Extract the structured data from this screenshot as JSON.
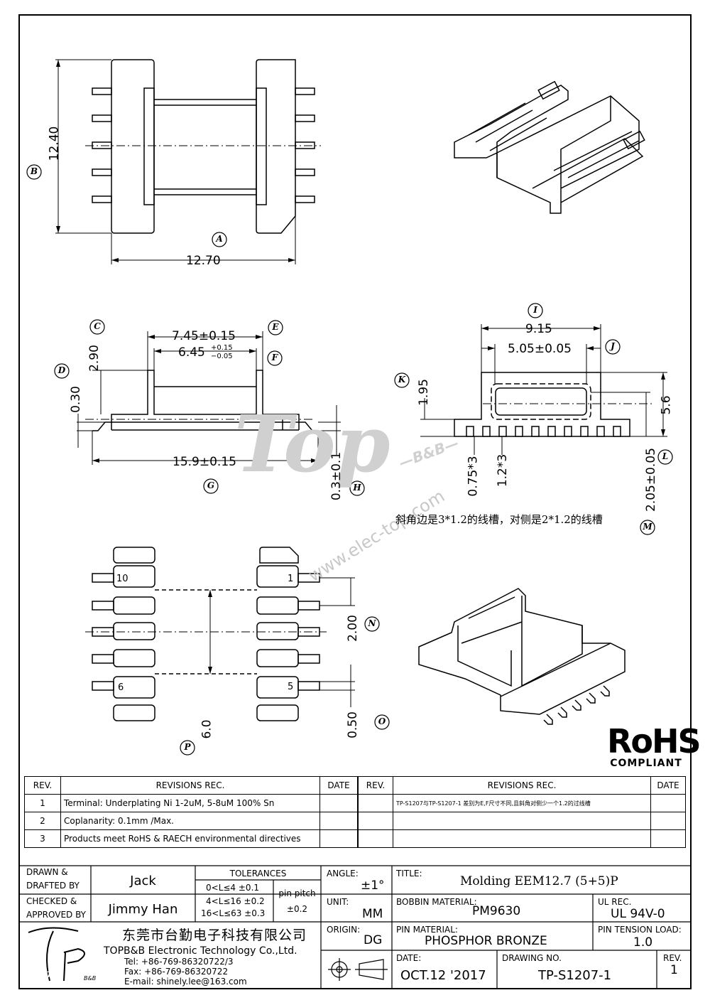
{
  "dimensions": {
    "d_12_40": "12.40",
    "d_12_70": "12.70",
    "d_7_45": "7.45±0.15",
    "d_6_45_base": "6.45",
    "d_6_45_tol_up": "+0.15",
    "d_6_45_tol_dn": "−0.05",
    "d_2_90": "2.90",
    "d_0_30": "0.30",
    "d_15_9": "15.9±0.15",
    "d_0_3": "0.3±0.1",
    "d_9_15": "9.15",
    "d_5_05": "5.05±0.05",
    "d_1_95": "1.95",
    "d_5_6": "5.6",
    "d_0_75": "0.75*3",
    "d_1_2": "1.2*3",
    "d_2_05": "2.05±0.05",
    "d_2_00": "2.00",
    "d_0_50": "0.50",
    "d_6_0": "6.0"
  },
  "callouts": {
    "A": "A",
    "B": "B",
    "C": "C",
    "D": "D",
    "E": "E",
    "F": "F",
    "G": "G",
    "H": "H",
    "I": "I",
    "J": "J",
    "K": "K",
    "L": "L",
    "M": "M",
    "N": "N",
    "O": "O",
    "P": "P"
  },
  "pins": {
    "p10": "10",
    "p1": "1",
    "p6": "6",
    "p5": "5"
  },
  "note_cn": "斜角边是3*1.2的线槽，对侧是2*1.2的线槽",
  "watermark": {
    "logo": "Top",
    "brand": "—B&B—",
    "url": "www.elec-top.com"
  },
  "rohs": {
    "title": "RoHS",
    "subtitle": "COMPLIANT"
  },
  "revisions": {
    "h_rev": "REV.",
    "h_rec": "REVISIONS     REC.",
    "h_date": "DATE",
    "rows": [
      {
        "no": "1",
        "text": "Terminal: Underplating Ni 1-2uM, 5-8uM 100% Sn"
      },
      {
        "no": "2",
        "text": "Coplanarity: 0.1mm  /Max."
      },
      {
        "no": "3",
        "text": "Products  meet  RoHS  &  RAECH  environmental  directives"
      }
    ],
    "right_note": "TP-S1207与TP-S1207-1  差别为E,F尺寸不同,且斜角对侧少一个1.2的过线槽"
  },
  "titleblock": {
    "drawn_label_1": "DRAWN  &",
    "drawn_label_2": "DRAFTED  BY",
    "drawn_by": "Jack",
    "checked_label_1": "CHECKED  &",
    "checked_label_2": "APPROVED  BY",
    "checked_by": "Jimmy  Han",
    "tolerances_label": "TOLERANCES",
    "tol_1": "0<L≤4    ±0.1",
    "tol_2": "4<L≤16  ±0.2",
    "tol_3": "16<L≤63  ±0.3",
    "pin_pitch_label": "pin  pitch",
    "pin_pitch_val": "±0.2",
    "angle_label": "ANGLE:",
    "angle_val": "±1°",
    "unit_label": "UNIT:",
    "unit_val": "MM",
    "origin_label": "ORIGIN:",
    "origin_val": "DG",
    "title_label": "TITLE:",
    "title_val": "Molding  EEM12.7  (5+5)P",
    "bobbin_label": "BOBBIN  MATERIAL:",
    "bobbin_val": "PM9630",
    "ul_label": "UL  REC.",
    "ul_val": "UL  94V-0",
    "pin_mat_label": "PIN  MATERIAL:",
    "pin_mat_val": "PHOSPHOR  BRONZE",
    "tension_label": "PIN  TENSION  LOAD:",
    "tension_val": "1.0",
    "date_label": "DATE:",
    "date_val": "OCT.12  '2017",
    "dwg_label": "DRAWING  NO.",
    "dwg_val": "TP-S1207-1",
    "rev_label": "REV.",
    "rev_val": "1",
    "company_cn": "东莞市台勤电子科技有限公司",
    "company_en": "TOPB&B  Electronic  Technology  Co.,Ltd.",
    "tel": "Tel: +86-769-86320722/3",
    "fax": "Fax: +86-769-86320722",
    "email": "E-mail: shinely.lee@163.com",
    "logo_text": "Top",
    "logo_sub": "B&B"
  }
}
